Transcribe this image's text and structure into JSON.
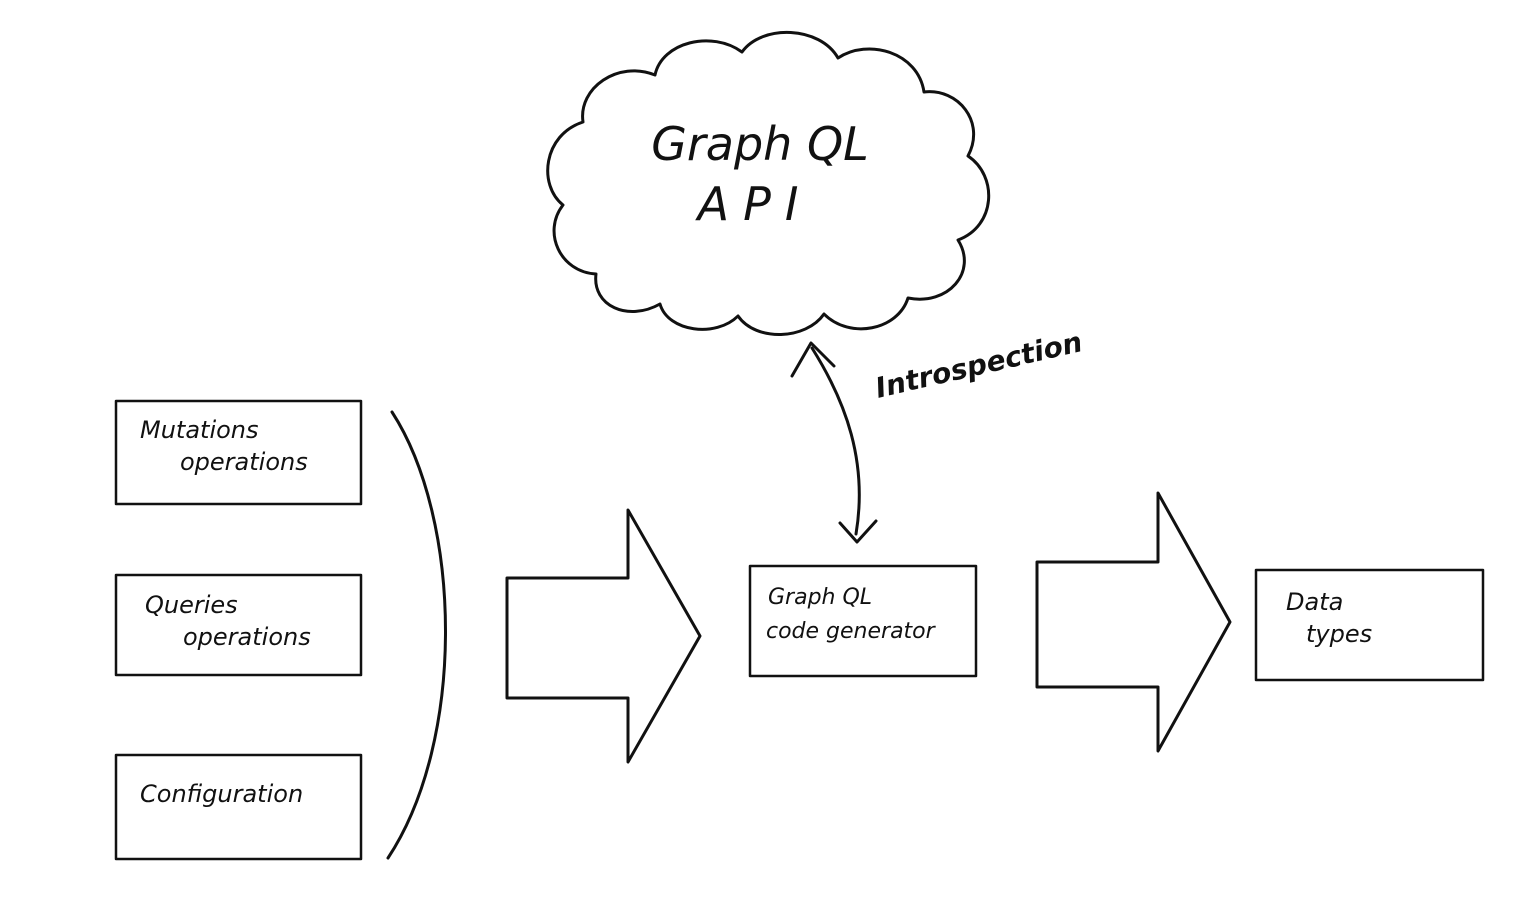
{
  "diagram": {
    "background": "#ffffff",
    "ink": "#111111",
    "cloud": {
      "line1": "Graph QL",
      "line2": "API"
    },
    "introspection": {
      "label": "Introspection"
    },
    "sources": [
      {
        "id": "mutations-operations",
        "line1": "Mutations",
        "line2": "operations"
      },
      {
        "id": "queries-operations",
        "line1": "Queries",
        "line2": "operations"
      },
      {
        "id": "configuration",
        "line1": "Configuration"
      }
    ],
    "generator": {
      "line1": "Graph QL",
      "line2": "code generator"
    },
    "output": {
      "line1": "Data",
      "line2": "types"
    }
  }
}
